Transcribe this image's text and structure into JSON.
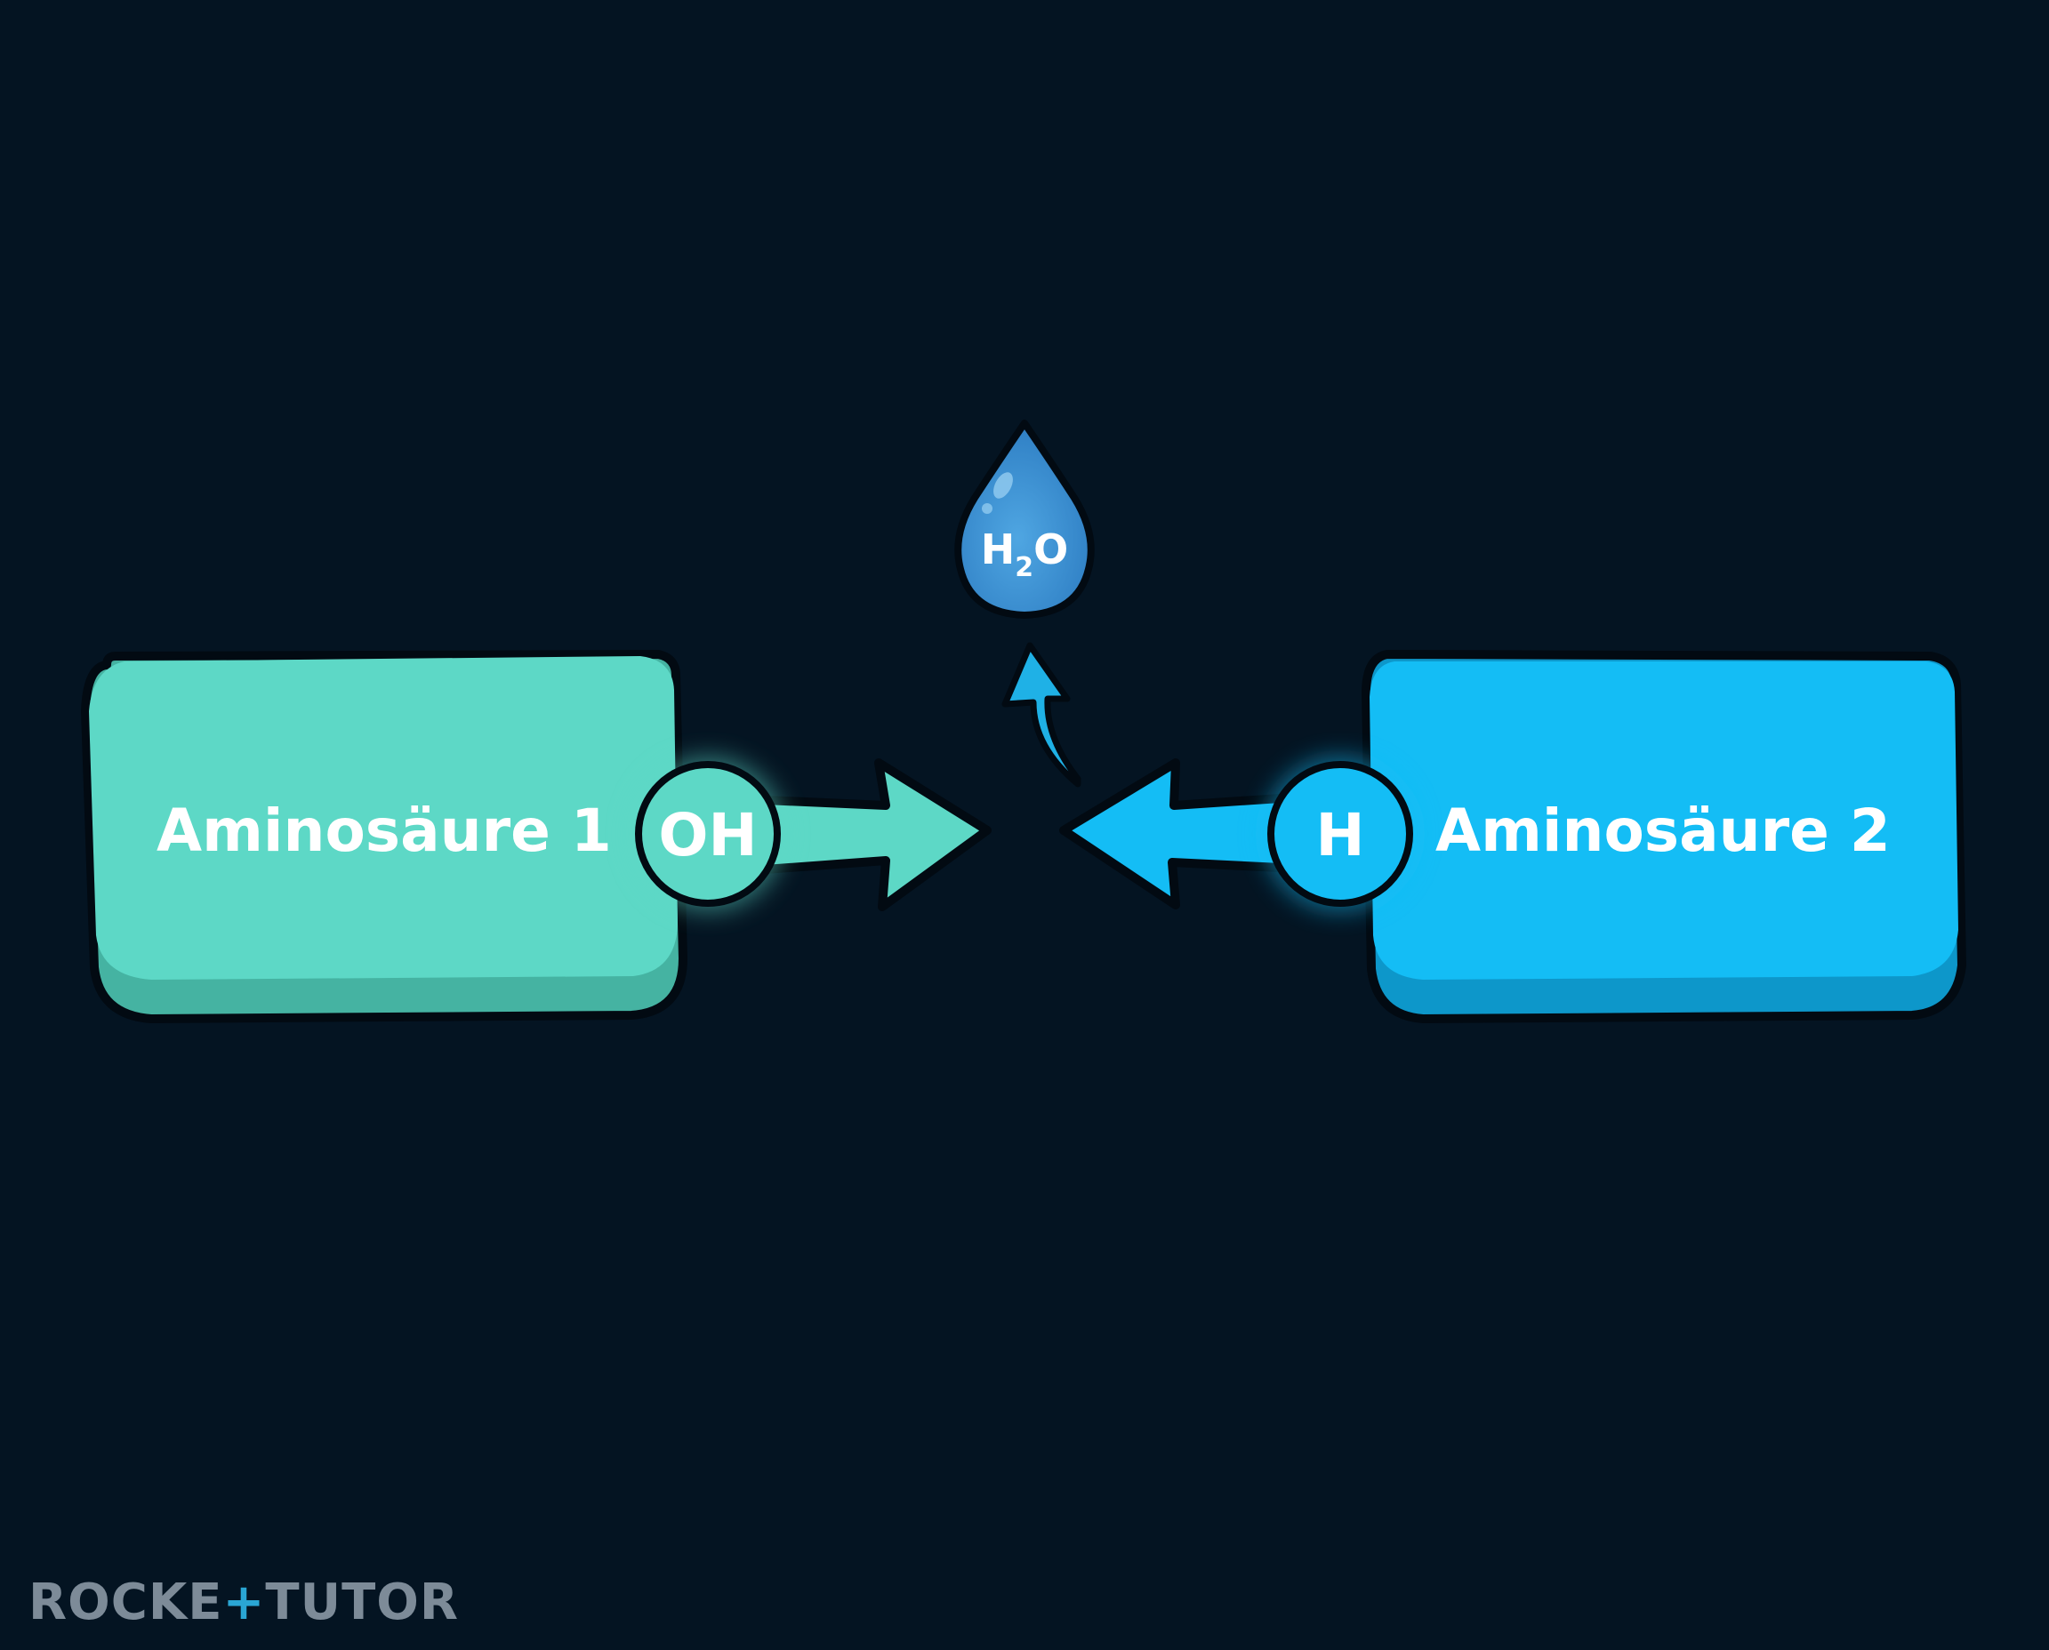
{
  "diagram": {
    "left_block": {
      "label": "Aminosäure 1",
      "group_label": "OH",
      "color": "#5dd8c6",
      "shadow_color": "#45b3a2"
    },
    "right_block": {
      "label": "Aminosäure 2",
      "group_label": "H",
      "color": "#14bdf5",
      "shadow_color": "#0d97ca"
    },
    "water_drop": {
      "formula_main": "H",
      "formula_sub": "2",
      "formula_end": "O",
      "color": "#3f95d6",
      "arrow_color": "#1fb1e6"
    },
    "background": "#041422",
    "outline": "#020a12"
  },
  "logo": {
    "part1": "ROCKE",
    "plus": "+",
    "part2": "TUTOR"
  }
}
